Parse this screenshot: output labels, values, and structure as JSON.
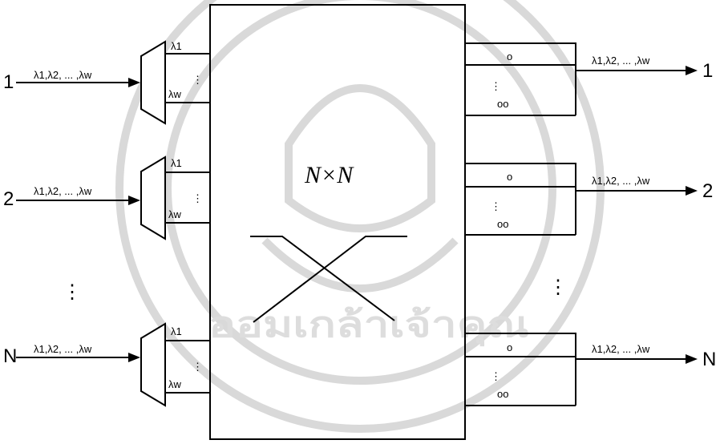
{
  "diagram": {
    "center_label": "N×N",
    "inputs": [
      {
        "port": "1",
        "wavelengths": "λ1,λ2, ... ,λw",
        "demux_top": "λ1",
        "demux_bottom": "λw"
      },
      {
        "port": "2",
        "wavelengths": "λ1,λ2, ... ,λw",
        "demux_top": "λ1",
        "demux_bottom": "λw"
      },
      {
        "port": "N",
        "wavelengths": "λ1,λ2, ... ,λw",
        "demux_top": "λ1",
        "demux_bottom": "λw"
      }
    ],
    "outputs": [
      {
        "port": "1",
        "wavelengths": "λ1,λ2, ... ,λw",
        "top": "o",
        "bottom": "oo"
      },
      {
        "port": "2",
        "wavelengths": "λ1,λ2, ... ,λw",
        "top": "o",
        "bottom": "oo"
      },
      {
        "port": "N",
        "wavelengths": "λ1,λ2, ... ,λw",
        "top": "o",
        "bottom": "oo"
      }
    ],
    "ellipsis": "⋮"
  },
  "watermark": {
    "text": "ออมเกล้าเจ้าคุณ",
    "color": "#d9d9d9"
  }
}
